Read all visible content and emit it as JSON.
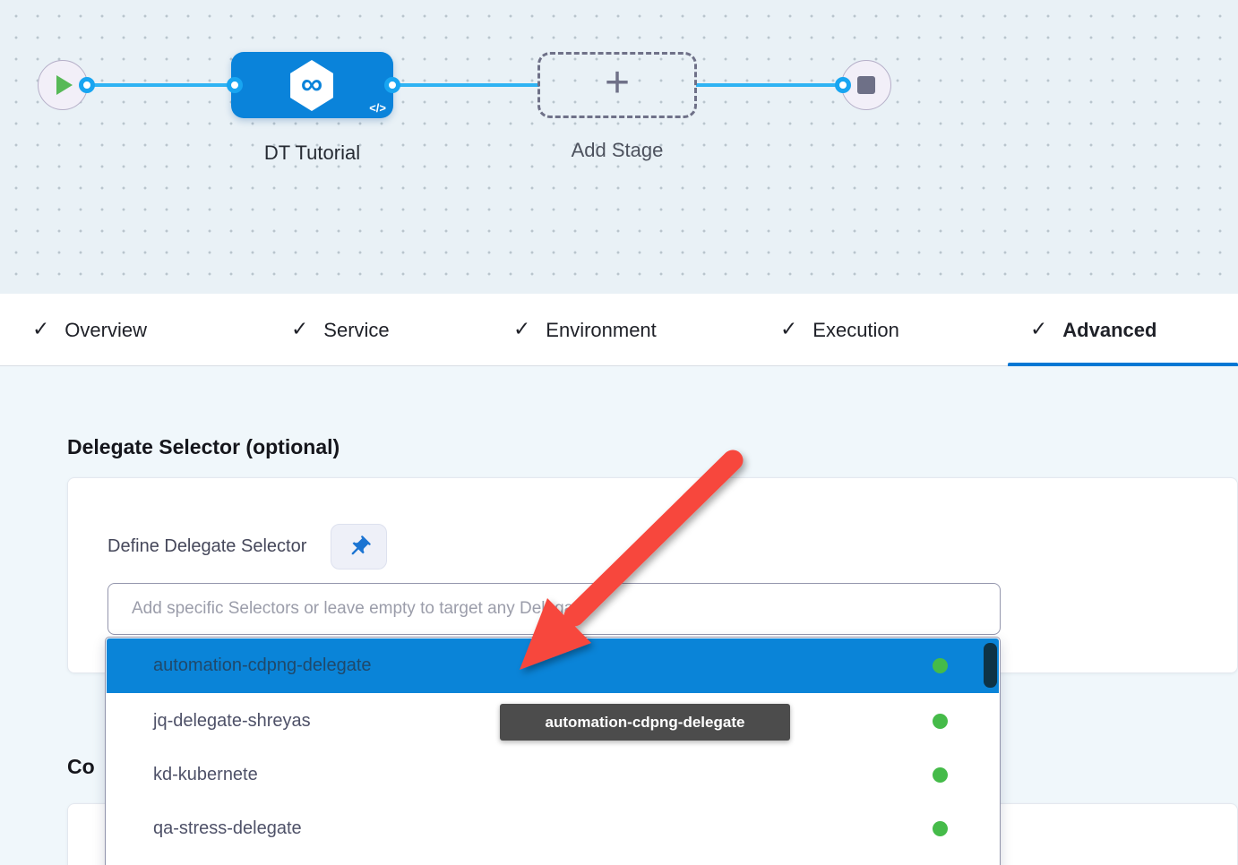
{
  "pipeline": {
    "stage": {
      "label": "DT Tutorial"
    },
    "add_stage": {
      "label": "Add Stage"
    }
  },
  "tabs": [
    {
      "label": "Overview",
      "active": false
    },
    {
      "label": "Service",
      "active": false
    },
    {
      "label": "Environment",
      "active": false
    },
    {
      "label": "Execution",
      "active": false
    },
    {
      "label": "Advanced",
      "active": true
    }
  ],
  "advanced_tab": {
    "section_heading": "Delegate Selector (optional)",
    "define_label": "Define Delegate Selector",
    "selector_input": {
      "value": "",
      "placeholder": "Add specific Selectors or leave empty to target any Delegate"
    },
    "dropdown": {
      "items": [
        {
          "name": "automation-cdpng-delegate",
          "status": "connected",
          "selected": true
        },
        {
          "name": "jq-delegate-shreyas",
          "status": "connected",
          "selected": false
        },
        {
          "name": "kd-kubernete",
          "status": "connected",
          "selected": false
        },
        {
          "name": "qa-stress-delegate",
          "status": "connected",
          "selected": false
        }
      ]
    },
    "tooltip_text": "automation-cdpng-delegate",
    "next_section_heading_partial": "Co"
  },
  "icons": {
    "tab_check": "✓",
    "stage_type_infinity": "∞",
    "code": "</>",
    "add_plus": "+"
  },
  "colors": {
    "canvas_bg": "#e9f1f6",
    "canvas_dot": "#b9c5cd",
    "node_blue": "#0a83da",
    "connector": "#2fb3f3",
    "port_ring": "#18a5f1",
    "terminal_fill": "#f2eff8",
    "terminal_border": "#b5afc8",
    "play_green": "#57b957",
    "end_square": "#6e7087",
    "dashed_border": "#6f7188",
    "tab_text": "#1f2128",
    "tab_active": "#0277d4",
    "content_bg": "#f0f7fb",
    "input_border": "#9496ad",
    "placeholder": "#9b9daa",
    "selected_row": "#0a84d8",
    "item_text": "#4e5168",
    "status_green": "#45bb49",
    "scrollbar": "#0e3346",
    "tooltip_bg": "#4c4c4c",
    "arrow_red": "#f7473e",
    "pin_blue": "#1b74d2"
  }
}
